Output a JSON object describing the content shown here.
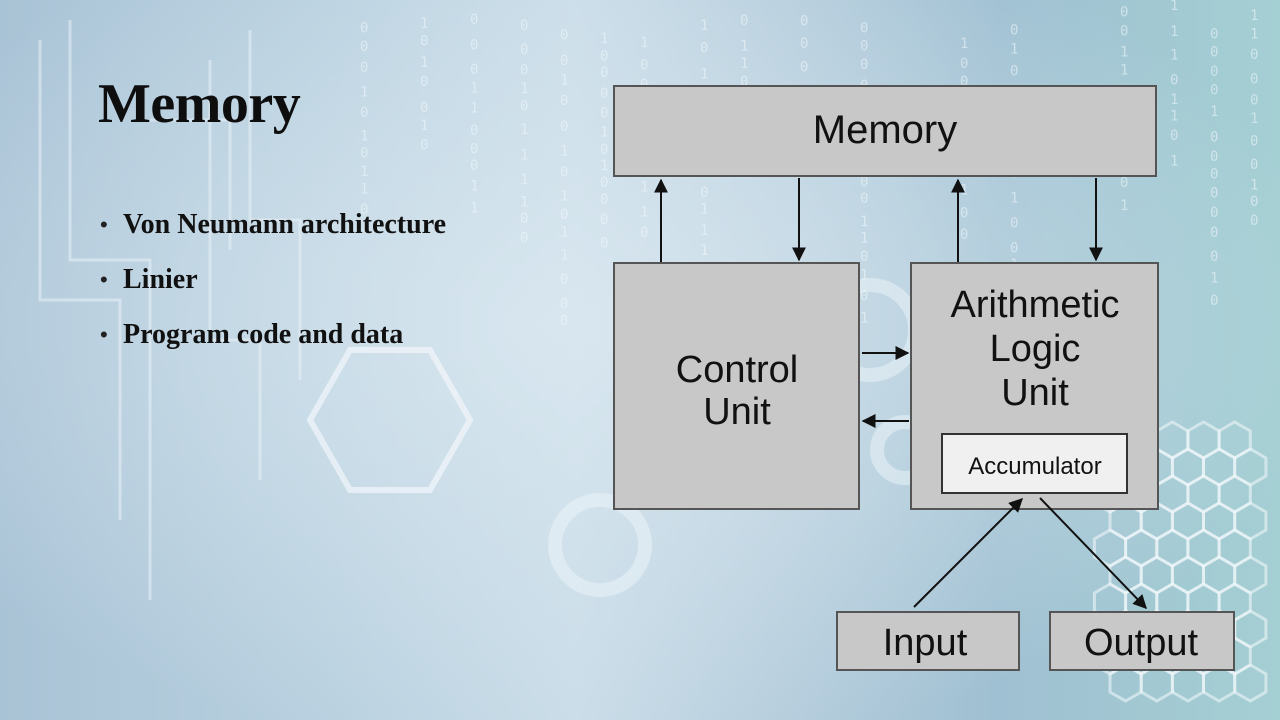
{
  "slide": {
    "title": "Memory",
    "bullets": [
      "Von Neumann architecture",
      "Linier",
      "Program code and data"
    ]
  },
  "diagram": {
    "memory_label": "Memory",
    "control_unit": [
      "Control",
      "Unit"
    ],
    "alu": [
      "Arithmetic",
      "Logic",
      "Unit"
    ],
    "accumulator_label": "Accumulator",
    "input_label": "Input",
    "output_label": "Output"
  },
  "colors": {
    "box_fill": "#c8c8c8",
    "box_stroke": "#555555",
    "accumulator_fill": "#f0f0f0",
    "arrow": "#111111"
  }
}
